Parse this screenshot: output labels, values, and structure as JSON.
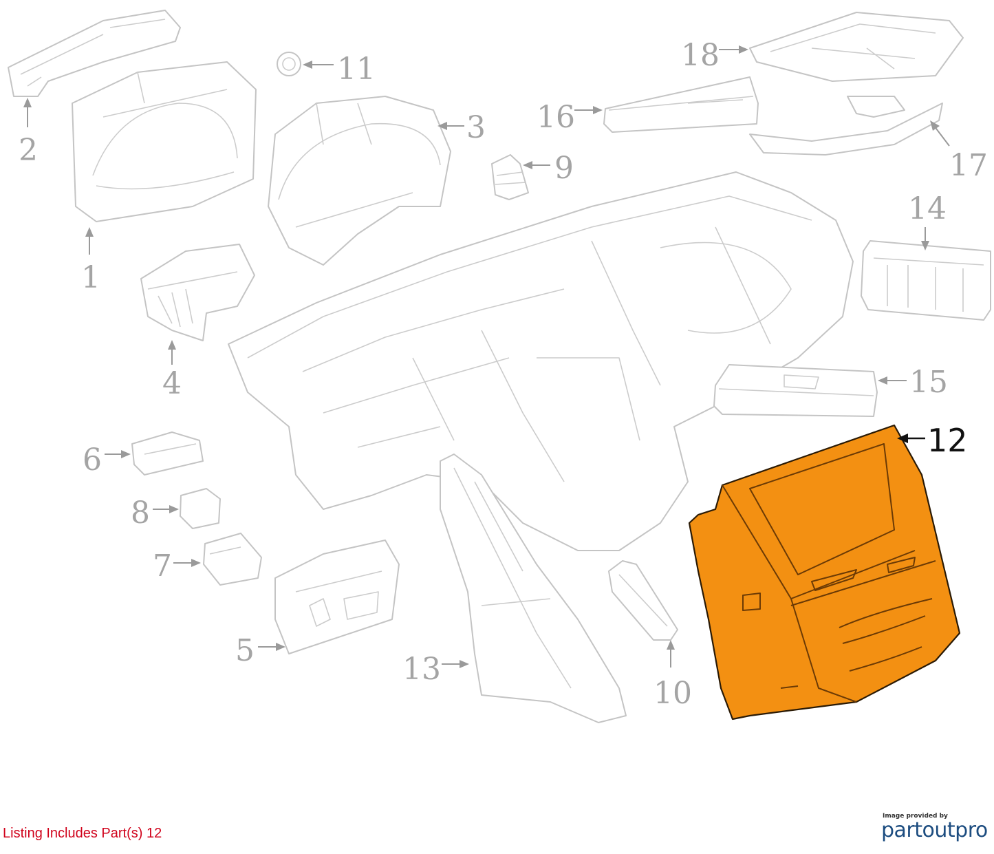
{
  "diagram": {
    "callouts": {
      "c1": "1",
      "c2": "2",
      "c3": "3",
      "c4": "4",
      "c5": "5",
      "c6": "6",
      "c7": "7",
      "c8": "8",
      "c9": "9",
      "c10": "10",
      "c11": "11",
      "c12": "12",
      "c13": "13",
      "c14": "14",
      "c15": "15",
      "c16": "16",
      "c17": "17",
      "c18": "18"
    },
    "highlighted_part": "12",
    "colors": {
      "highlight": "#f39012",
      "line_art": "#c4c4c4",
      "footer_text": "#d0021b",
      "brand": "#1d4d80"
    }
  },
  "footer": {
    "listing_note": "Listing Includes Part(s) 12"
  },
  "credit": {
    "caption": "Image provided by",
    "brand": "partoutpro"
  }
}
